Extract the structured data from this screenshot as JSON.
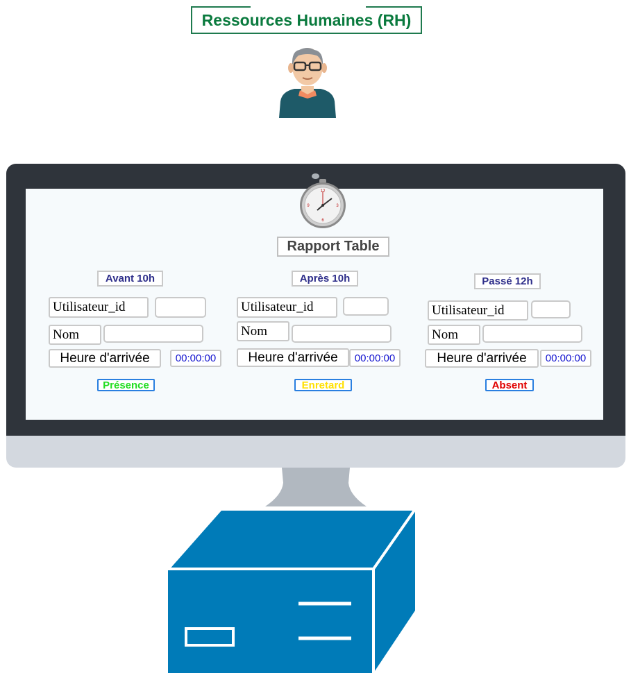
{
  "header": {
    "title": "Ressources Humaines (RH)"
  },
  "report": {
    "title": "Rapport Table"
  },
  "columns": [
    {
      "heading": "Avant 10h",
      "user_label": "Utilisateur_id",
      "name_label": "Nom",
      "arrival_label": "Heure d'arrivée",
      "time": "00:00:00",
      "status": "Présence",
      "status_color": "#22dd22"
    },
    {
      "heading": "Après 10h",
      "user_label": "Utilisateur_id",
      "name_label": "Nom",
      "arrival_label": "Heure d'arrivée",
      "time": "00:00:00",
      "status": "Enretard",
      "status_color": "#ffe000"
    },
    {
      "heading": "Passé 12h",
      "user_label": "Utilisateur_id",
      "name_label": "Nom",
      "arrival_label": "Heure d'arrivée",
      "time": "00:00:00",
      "status": "Absent",
      "status_color": "#e00000"
    }
  ],
  "colors": {
    "title_green": "#0a7a3e",
    "bezel": "#2f343b",
    "server_blue": "#007bb8",
    "time_blue": "#1515d0"
  },
  "icons": [
    "hr-person-icon",
    "stopwatch-icon",
    "monitor-icon",
    "server-icon"
  ]
}
